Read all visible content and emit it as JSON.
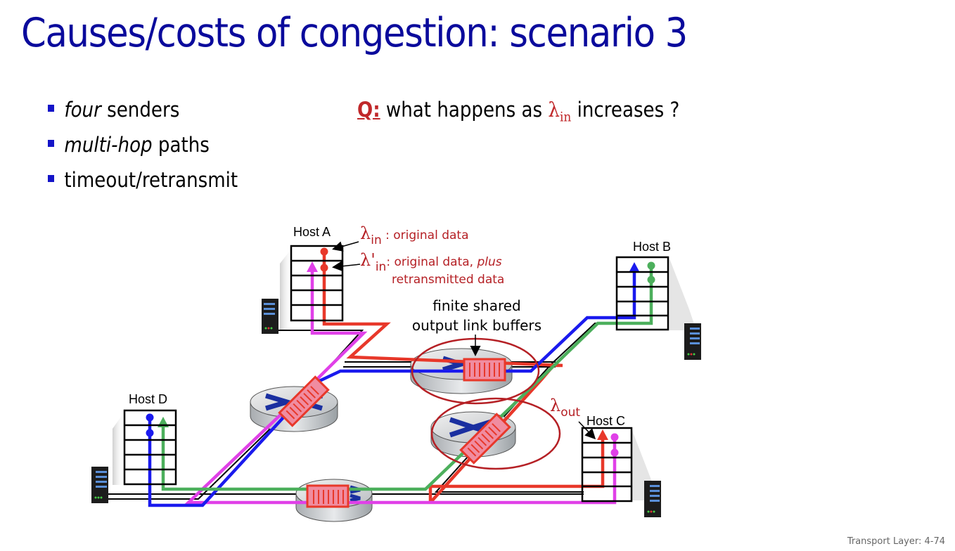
{
  "slide": {
    "title": "Causes/costs of congestion: scenario 3",
    "bullets": [
      {
        "emph": "four",
        "rest": " senders"
      },
      {
        "emph": "multi-hop",
        "rest": " paths"
      },
      {
        "emph": "",
        "rest": "timeout/retransmit"
      }
    ],
    "question": {
      "label": "Q:",
      "text_before": " what happens as ",
      "symbol": "λ",
      "symbol_sub": "in",
      "text_after": " increases ?"
    },
    "footer": "Transport Layer: 4-74"
  },
  "diagram": {
    "hosts": [
      {
        "id": "A",
        "label": "Host A"
      },
      {
        "id": "B",
        "label": "Host B"
      },
      {
        "id": "C",
        "label": "Host C"
      },
      {
        "id": "D",
        "label": "Host D"
      }
    ],
    "annotations": {
      "lambda_in": {
        "symbol": "λ",
        "sub": "in",
        "text": " : original data"
      },
      "lambda_in_prime": {
        "symbol": "λ'",
        "sub": "in",
        "text": ": original data, ",
        "emph": "plus",
        "line2": "retransmitted data"
      },
      "buffers": {
        "line1": "finite shared",
        "line2": "output link buffers"
      },
      "lambda_out": {
        "symbol": "λ",
        "sub": "out"
      }
    },
    "flow_colors": {
      "A_to_C": "#e8382a",
      "D_to_B": "#1a1aee",
      "B_to_D": "#4caf5c",
      "C_to_A": "#e040e8",
      "link": "#000000",
      "highlight_ellipse": "#b52025",
      "buffer_fill": "#f08ca0",
      "buffer_border": "#e8382a"
    }
  }
}
